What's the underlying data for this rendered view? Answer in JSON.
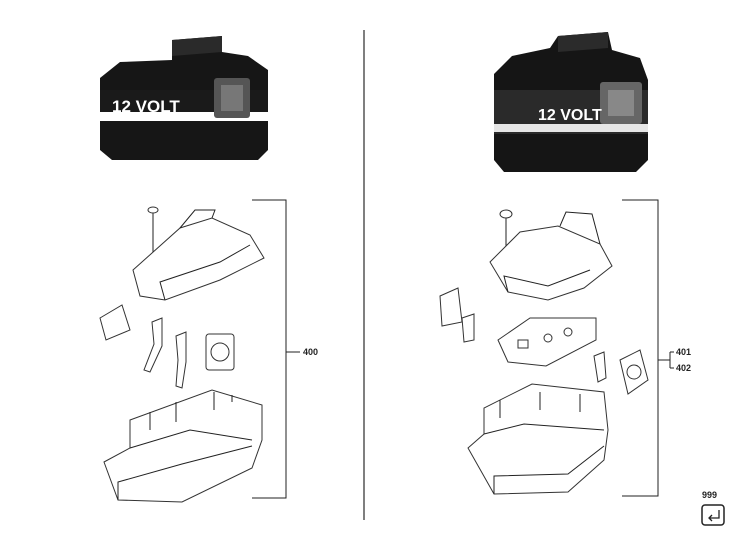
{
  "left": {
    "battery_label": "12 VOLT",
    "bracket_label": "400"
  },
  "right": {
    "battery_label": "12 VOLT",
    "label_top": "401",
    "label_bottom": "402"
  },
  "footer": {
    "code": "999"
  }
}
